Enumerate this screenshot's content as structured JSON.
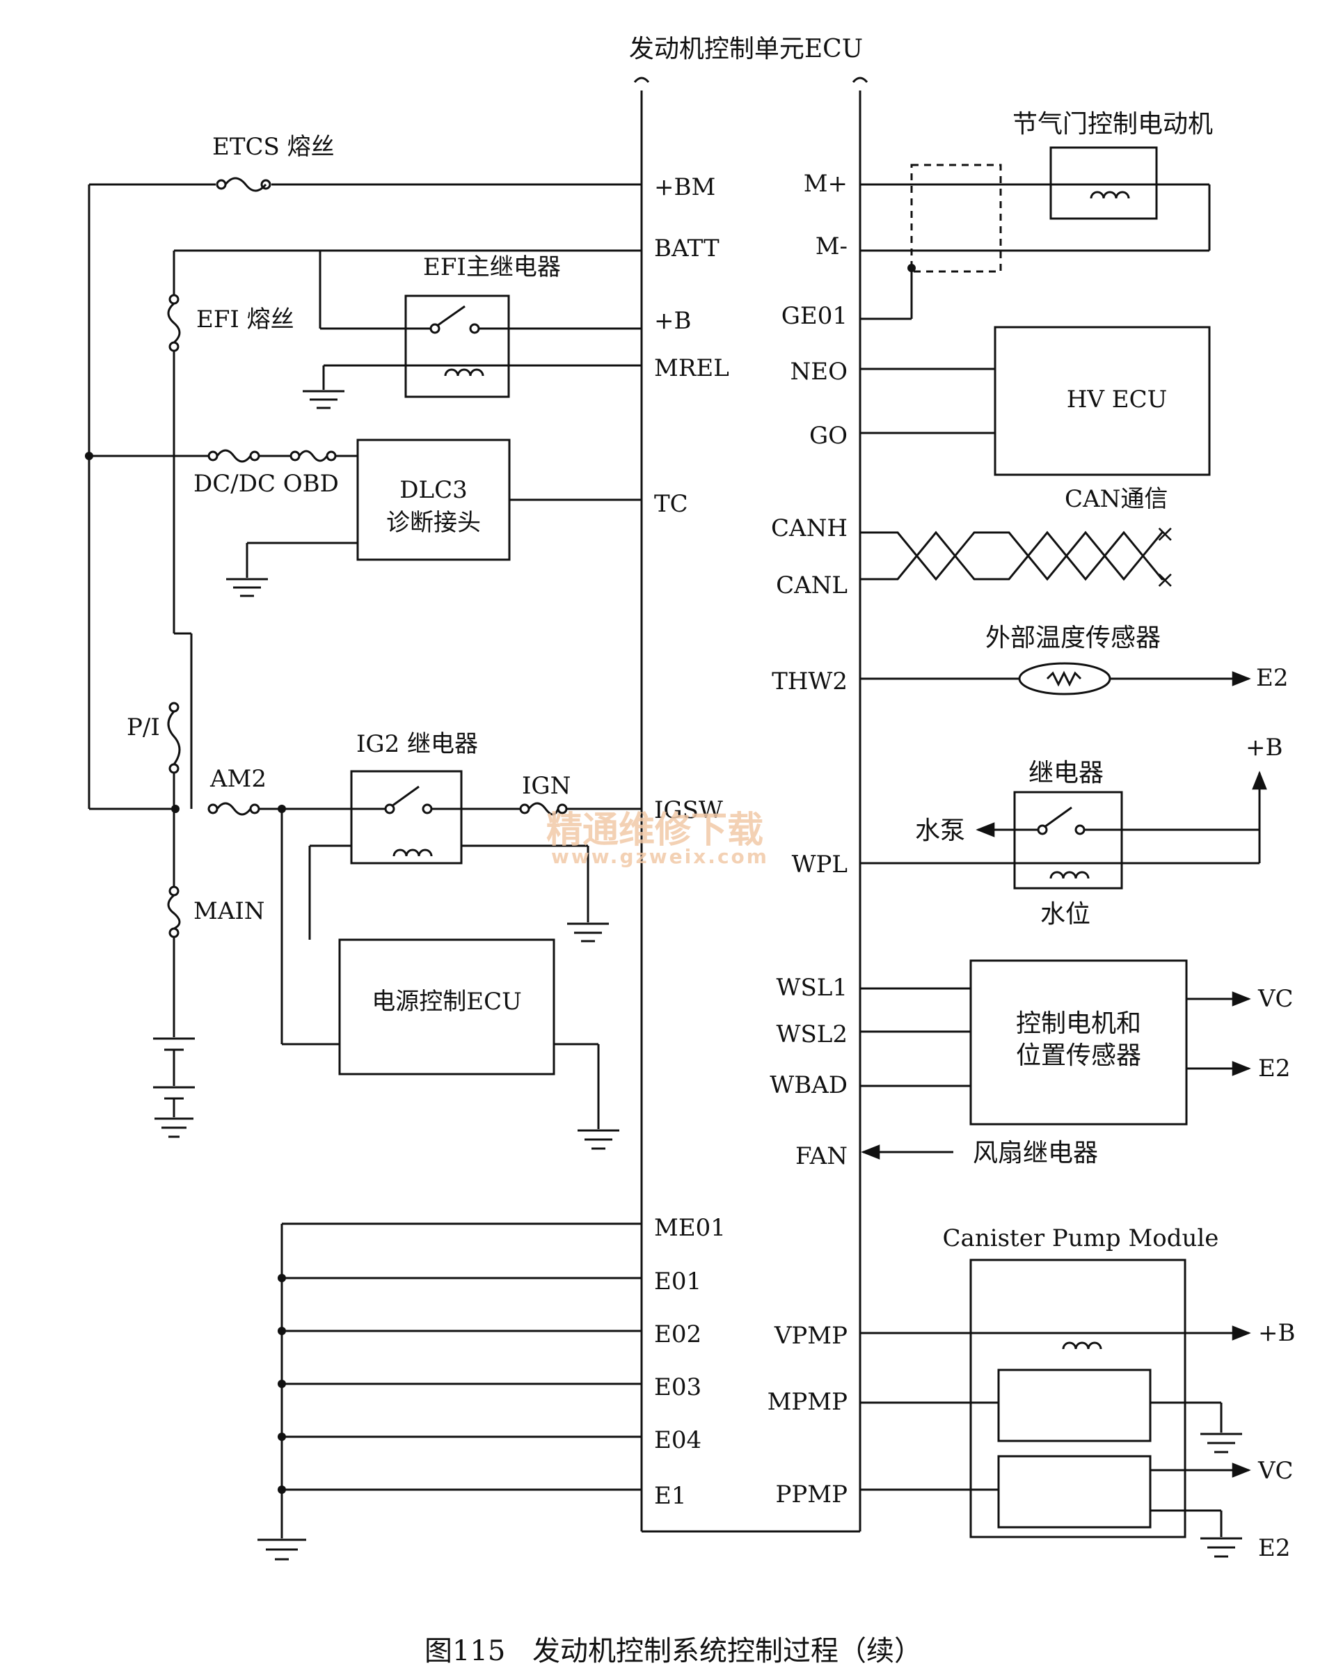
{
  "ecu": {
    "title": "发动机控制单元ECU",
    "left_pins": [
      "+BM",
      "BATT",
      "+B",
      "MREL",
      "TC",
      "IGSW",
      "ME01",
      "E01",
      "E02",
      "E03",
      "E04",
      "E1"
    ],
    "right_pins": [
      "M+",
      "M-",
      "GE01",
      "NEO",
      "GO",
      "CANH",
      "CANL",
      "THW2",
      "WPL",
      "WSL1",
      "WSL2",
      "WBAD",
      "FAN",
      "VPMP",
      "MPMP",
      "PPMP"
    ]
  },
  "left": {
    "etcs_fuse": "ETCS 熔丝",
    "efi_fuse": "EFI 熔丝",
    "efi_relay": "EFI主继电器",
    "dcdc_obd": "DC/DC OBD",
    "dlc3_line1": "DLC3",
    "dlc3_line2": "诊断接头",
    "pi": "P/I",
    "am2": "AM2",
    "ig2_relay": "IG2 继电器",
    "ign": "IGN",
    "main": "MAIN",
    "power_ecu": "电源控制ECU"
  },
  "right": {
    "throttle_motor": "节气门控制电动机",
    "hv_ecu": "HV ECU",
    "can_comm": "CAN通信",
    "ext_temp_sensor": "外部温度传感器",
    "e2": "E2",
    "plus_b": "+B",
    "relay": "继电器",
    "water_pump": "水泵",
    "water_level": "水位",
    "ctrl_motor_line1": "控制电机和",
    "ctrl_motor_line2": "位置传感器",
    "vc": "VC",
    "fan_relay": "风扇继电器",
    "canister": "Canister Pump Module"
  },
  "watermark": {
    "line1": "精通维修下载",
    "line2": "www.gzweix.com"
  },
  "caption": {
    "fig": "图115",
    "text": "发动机控制系统控制过程（续）"
  }
}
